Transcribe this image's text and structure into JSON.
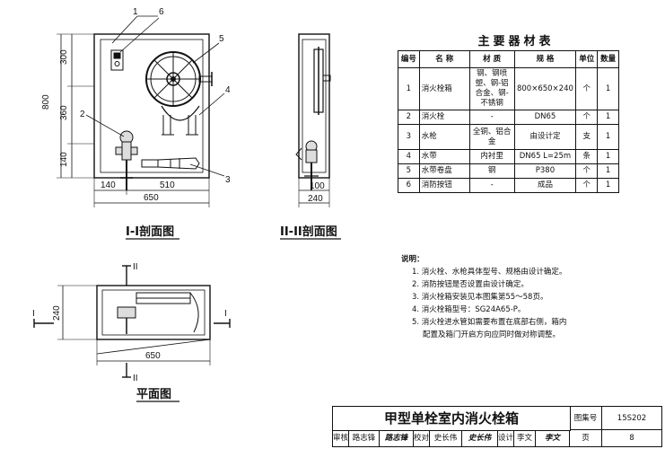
{
  "drawings": {
    "section_1": {
      "title": "I-I剖面图",
      "dims_left": [
        "800",
        "300",
        "360",
        "140"
      ],
      "dims_bottom": [
        "140",
        "510",
        "650"
      ],
      "callouts": [
        "1",
        "6",
        "5",
        "4",
        "2",
        "3"
      ]
    },
    "section_2": {
      "title": "II-II剖面图",
      "dims_bottom": [
        "100",
        "240"
      ]
    },
    "plan": {
      "title": "平面图",
      "section_marks": [
        "II",
        "I",
        "I",
        "II"
      ],
      "dims": [
        "240",
        "650"
      ]
    }
  },
  "materials_table": {
    "title": "主要器材表",
    "headers": [
      "编号",
      "名 称",
      "材 质",
      "规 格",
      "单位",
      "数量"
    ],
    "rows": [
      {
        "no": "1",
        "name": "消火栓箱",
        "material": "钢、钢喷塑、钢-铝合金、钢-不锈钢",
        "spec": "800×650×240",
        "unit": "个",
        "qty": "1"
      },
      {
        "no": "2",
        "name": "消火栓",
        "material": "-",
        "spec": "DN65",
        "unit": "个",
        "qty": "1"
      },
      {
        "no": "3",
        "name": "水枪",
        "material": "全铜、铝合金",
        "spec": "由设计定",
        "unit": "支",
        "qty": "1"
      },
      {
        "no": "4",
        "name": "水带",
        "material": "内衬里",
        "spec": "DN65  L=25m",
        "unit": "条",
        "qty": "1"
      },
      {
        "no": "5",
        "name": "水带卷盘",
        "material": "钢",
        "spec": "P380",
        "unit": "个",
        "qty": "1"
      },
      {
        "no": "6",
        "name": "消防按钮",
        "material": "-",
        "spec": "成品",
        "unit": "个",
        "qty": "1"
      }
    ]
  },
  "notes": {
    "heading": "说明：",
    "items": [
      "1. 消火栓、水枪具体型号、规格由设计确定。",
      "2. 消防按钮是否设置由设计确定。",
      "3. 消火栓箱安装见本图集第55～58页。",
      "4. 消火栓箱型号：SG24A65-P。",
      "5. 消火栓进水管如需要布置在底部右侧，箱内"
    ],
    "continuation": "配置及箱门开启方向应同时做对称调整。"
  },
  "title_block": {
    "main_title": "甲型单栓室内消火栓箱",
    "atlas_label": "图集号",
    "atlas_no": "15S202",
    "review_label": "审核",
    "reviewer": "路志锋",
    "reviewer_sig": "路志锋",
    "check_label": "校对",
    "checker": "史长伟",
    "checker_sig": "史长伟",
    "design_label": "设计",
    "designer": "李文",
    "designer_sig": "李文",
    "page_label": "页",
    "page_no": "8"
  }
}
